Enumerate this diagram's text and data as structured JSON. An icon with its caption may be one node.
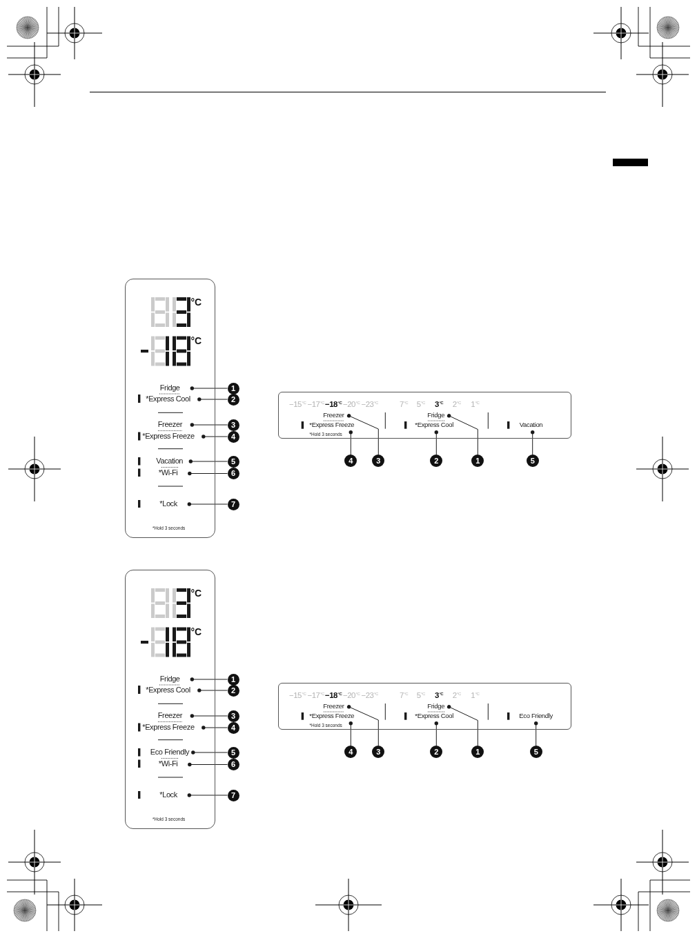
{
  "diagram": {
    "nodes": [
      {
        "text": [],
        "shape": "box"
      },
      {
        "text": [
          "Fridge"
        ],
        "in": 0
      },
      {
        "text": [
          "*Express Cool"
        ],
        "in": 0
      },
      {
        "text": [
          "Freezer"
        ],
        "in": 0
      },
      {
        "text": [
          "*Express Freeze"
        ],
        "in": 0
      },
      {
        "text": [
          "Vacation"
        ],
        "in": 0
      },
      {
        "text": [
          "*Wi-Fi"
        ],
        "in": 0
      },
      {
        "text": [
          "*Lock"
        ],
        "in": 0
      },
      {
        "text": [
          "1"
        ]
      },
      {
        "text": [
          "2"
        ]
      },
      {
        "text": [
          "3"
        ]
      },
      {
        "text": [
          "4"
        ]
      },
      {
        "text": [
          "5"
        ]
      },
      {
        "text": [
          "6"
        ]
      },
      {
        "text": [
          "7"
        ]
      },
      {
        "text": [],
        "shape": "box"
      },
      {
        "text": [
          "Freezer"
        ],
        "in": 15
      },
      {
        "text": [
          "Fridge"
        ],
        "in": 15
      },
      {
        "text": [
          "*Express Freeze"
        ],
        "in": 15
      },
      {
        "text": [
          "*Express Cool"
        ],
        "in": 15
      },
      {
        "text": [
          "Vacation"
        ],
        "in": 15
      },
      {
        "text": [
          "4"
        ]
      },
      {
        "text": [
          "3"
        ]
      },
      {
        "text": [
          "2"
        ]
      },
      {
        "text": [
          "1"
        ]
      },
      {
        "text": [
          "5"
        ]
      },
      {
        "text": [],
        "shape": "box"
      },
      {
        "text": [
          "Fridge"
        ],
        "in": 26
      },
      {
        "text": [
          "*Express Cool"
        ],
        "in": 26
      },
      {
        "text": [
          "Freezer"
        ],
        "in": 26
      },
      {
        "text": [
          "*Express Freeze"
        ],
        "in": 26
      },
      {
        "text": [
          "Eco Friendly"
        ],
        "in": 26
      },
      {
        "text": [
          "*Wi-Fi"
        ],
        "in": 26
      },
      {
        "text": [
          "*Lock"
        ],
        "in": 26
      },
      {
        "text": [
          "1"
        ]
      },
      {
        "text": [
          "2"
        ]
      },
      {
        "text": [
          "3"
        ]
      },
      {
        "text": [
          "4"
        ]
      },
      {
        "text": [
          "5"
        ]
      },
      {
        "text": [
          "6"
        ]
      },
      {
        "text": [
          "7"
        ]
      },
      {
        "text": [],
        "shape": "box"
      },
      {
        "text": [
          "Freezer"
        ],
        "in": 41
      },
      {
        "text": [
          "Fridge"
        ],
        "in": 41
      },
      {
        "text": [
          "*Express Freeze"
        ],
        "in": 41
      },
      {
        "text": [
          "*Express Cool"
        ],
        "in": 41
      },
      {
        "text": [
          "Eco Friendly"
        ],
        "in": 41
      },
      {
        "text": [
          "4"
        ]
      },
      {
        "text": [
          "3"
        ]
      },
      {
        "text": [
          "2"
        ]
      },
      {
        "text": [
          "1"
        ]
      },
      {
        "text": [
          "5"
        ]
      }
    ],
    "edges": [
      {
        "from": 8,
        "to": 1,
        "arrow": "other"
      },
      {
        "from": 9,
        "to": 2,
        "arrow": "other"
      },
      {
        "from": 10,
        "to": 3,
        "arrow": "other"
      },
      {
        "from": 11,
        "to": 4,
        "arrow": "other"
      },
      {
        "from": 12,
        "to": 5,
        "arrow": "other"
      },
      {
        "from": 13,
        "to": 6,
        "arrow": "other"
      },
      {
        "from": 14,
        "to": 7,
        "arrow": "other"
      },
      {
        "from": 21,
        "to": 18,
        "arrow": "other"
      },
      {
        "from": 22,
        "to": 16,
        "arrow": "other"
      },
      {
        "from": 23,
        "to": 19,
        "arrow": "other"
      },
      {
        "from": 24,
        "to": 17,
        "arrow": "other"
      },
      {
        "from": 25,
        "to": 20,
        "arrow": "other"
      },
      {
        "from": 34,
        "to": 27,
        "arrow": "other"
      },
      {
        "from": 35,
        "to": 28,
        "arrow": "other"
      },
      {
        "from": 36,
        "to": 29,
        "arrow": "other"
      },
      {
        "from": 37,
        "to": 30,
        "arrow": "other"
      },
      {
        "from": 38,
        "to": 31,
        "arrow": "other"
      },
      {
        "from": 39,
        "to": 32,
        "arrow": "other"
      },
      {
        "from": 40,
        "to": 33,
        "arrow": "other"
      },
      {
        "from": 47,
        "to": 44,
        "arrow": "other"
      },
      {
        "from": 48,
        "to": 42,
        "arrow": "other"
      },
      {
        "from": 49,
        "to": 45,
        "arrow": "other"
      },
      {
        "from": 50,
        "to": 43,
        "arrow": "other"
      },
      {
        "from": 51,
        "to": 46,
        "arrow": "other"
      }
    ],
    "labels": [
      "°C",
      "°C",
      "*Hold 3 seconds",
      "−15$^{°C}$",
      "−17$^{°C}$",
      "−18$^{°C}$",
      "−20$^{°C}$",
      "−23$^{°C}$",
      "7$^{°C}$",
      "5$^{°C}$",
      "3$^{°C}$",
      "2$^{°C}$",
      "1$^{°C}$",
      "*Hold 3 seconds",
      "°C",
      "°C",
      "*Hold 3 seconds",
      "−15$^{°C}$",
      "−17$^{°C}$",
      "−18$^{°C}$",
      "−20$^{°C}$",
      "−23$^{°C}$",
      "7$^{°C}$",
      "5$^{°C}$",
      "3$^{°C}$",
      "2$^{°C}$",
      "1$^{°C}$",
      "*Hold 3 seconds"
    ]
  }
}
